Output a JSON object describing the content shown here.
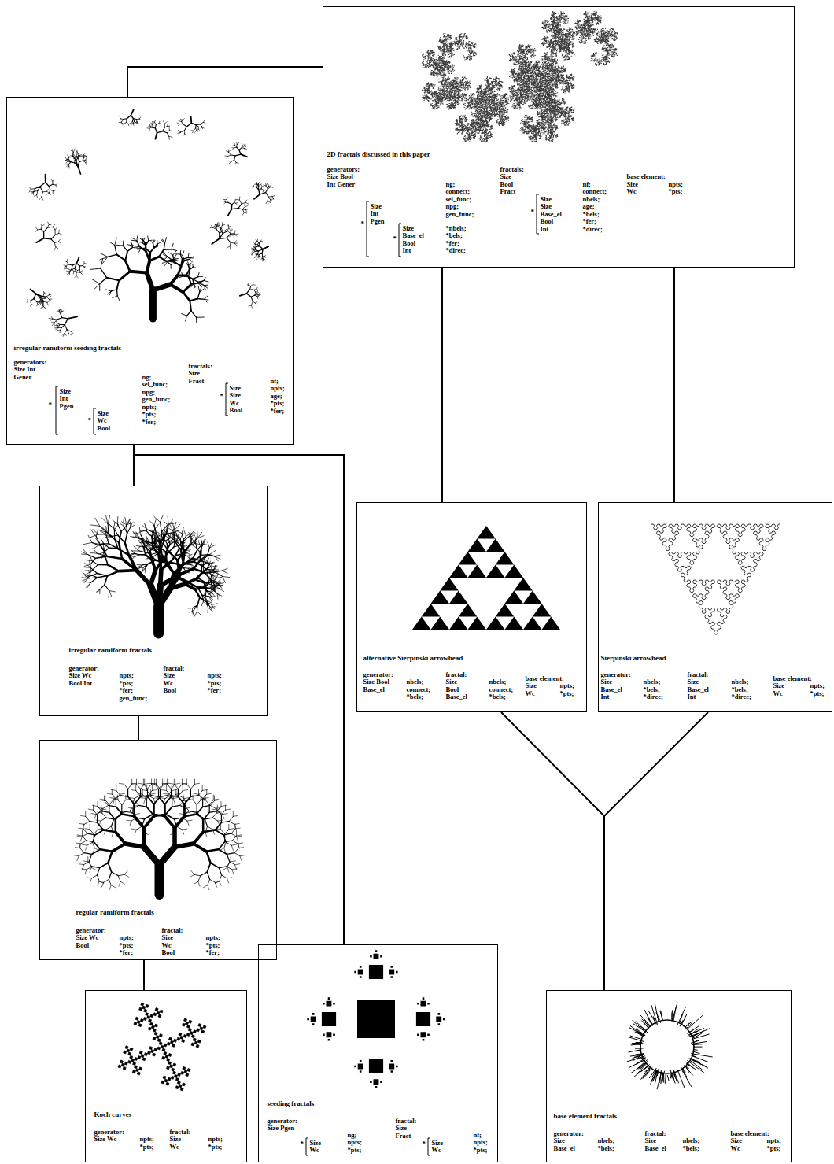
{
  "diagram": {
    "nodes": [
      {
        "text": [
          "2D fractals discussed in this paper",
          "generators: Size Bool Int Gener",
          "*",
          "Size Int Pgen",
          "*",
          "Size Base_el Bool Int",
          "ng; connect; sel_func; npg; gen_func;",
          "*nbels; *bels; *fer; *direc;",
          "fractals: Size Bool Fract",
          "*",
          "Size Size Base_el Bool Int",
          "nf; connect; nbels; age; *bels; *fer; *direc;",
          "base element:",
          "Size Wc",
          "npts; *pts;"
        ]
      },
      {
        "text": [
          "irregular ramiform seeding fractals",
          "generators: Size Int Gener",
          "*",
          "Size Int Pgen",
          "*",
          "Size Wc Bool",
          "ng; sel_func; npg; gen_func; npts; *pts; *fer;",
          "fractals: Size Fract",
          "*",
          "Size Size Wc Bool",
          "nf; npts; age; *pts; *fer;"
        ]
      },
      {
        "text": [
          "irregular ramiform fractals",
          "generator: Size Wc Bool Int",
          "npts; *pts; *fer; gen_func;",
          "fractal: Size Wc Bool",
          "npts; *pts; *fer;"
        ]
      },
      {
        "text": [
          "alternative Sierpinski arrowhead",
          "generator: Size Bool Base_el",
          "nbels; connect; *bels;",
          "fractal: Size Bool Base_el",
          "nbels; connect; *bels;",
          "base element:",
          "Size Wc",
          "npts; *pts;"
        ]
      },
      {
        "text": [
          "Sierpinski arrowhead",
          "generator: Size Base_el Int",
          "nbels; *bels; *direc;",
          "fractal: Size Base_el Int",
          "nbels; *bels; *direc;",
          "base element:",
          "Size Wc",
          "npts; *pts;"
        ]
      },
      {
        "text": [
          "regular ramiform fractals",
          "generator: Size Wc Bool",
          "npts; *pts; *fer;",
          "fractal: Size Wc Bool",
          "npts; *pts; *fer;"
        ]
      },
      {
        "text": [
          "seeding fractals",
          "generator: Size Pgen",
          "*",
          "Size Wc",
          "ng; npts; *pts;",
          "fractal: Size Fract",
          "*",
          "Size Wc",
          "nf; npts; *pts;"
        ]
      },
      {
        "text": [
          "Koch curves",
          "generator: Size Wc",
          "npts; *pts;",
          "fractal: Size Wc",
          "npts; *pts;"
        ]
      },
      {
        "text": [
          "base element fractals",
          "generator: Size Base_el",
          "nbels; *bels;",
          "fractal: Size Base_el",
          "nbels; *bels;",
          "base element:",
          "Size Wc",
          "npts; *pts;"
        ]
      }
    ],
    "edges": [
      {
        "from": 0,
        "to": 1,
        "arrow": "none"
      },
      {
        "from": 0,
        "to": 3,
        "arrow": "none"
      },
      {
        "from": 0,
        "to": 4,
        "arrow": "none"
      },
      {
        "from": 1,
        "to": 2,
        "arrow": "none"
      },
      {
        "from": 1,
        "to": 6,
        "arrow": "none"
      },
      {
        "from": 2,
        "to": 5,
        "arrow": "none"
      },
      {
        "from": 5,
        "to": 7,
        "arrow": "none"
      },
      {
        "from": 3,
        "to": 8,
        "arrow": "none"
      },
      {
        "from": 4,
        "to": 8,
        "arrow": "none"
      }
    ]
  }
}
